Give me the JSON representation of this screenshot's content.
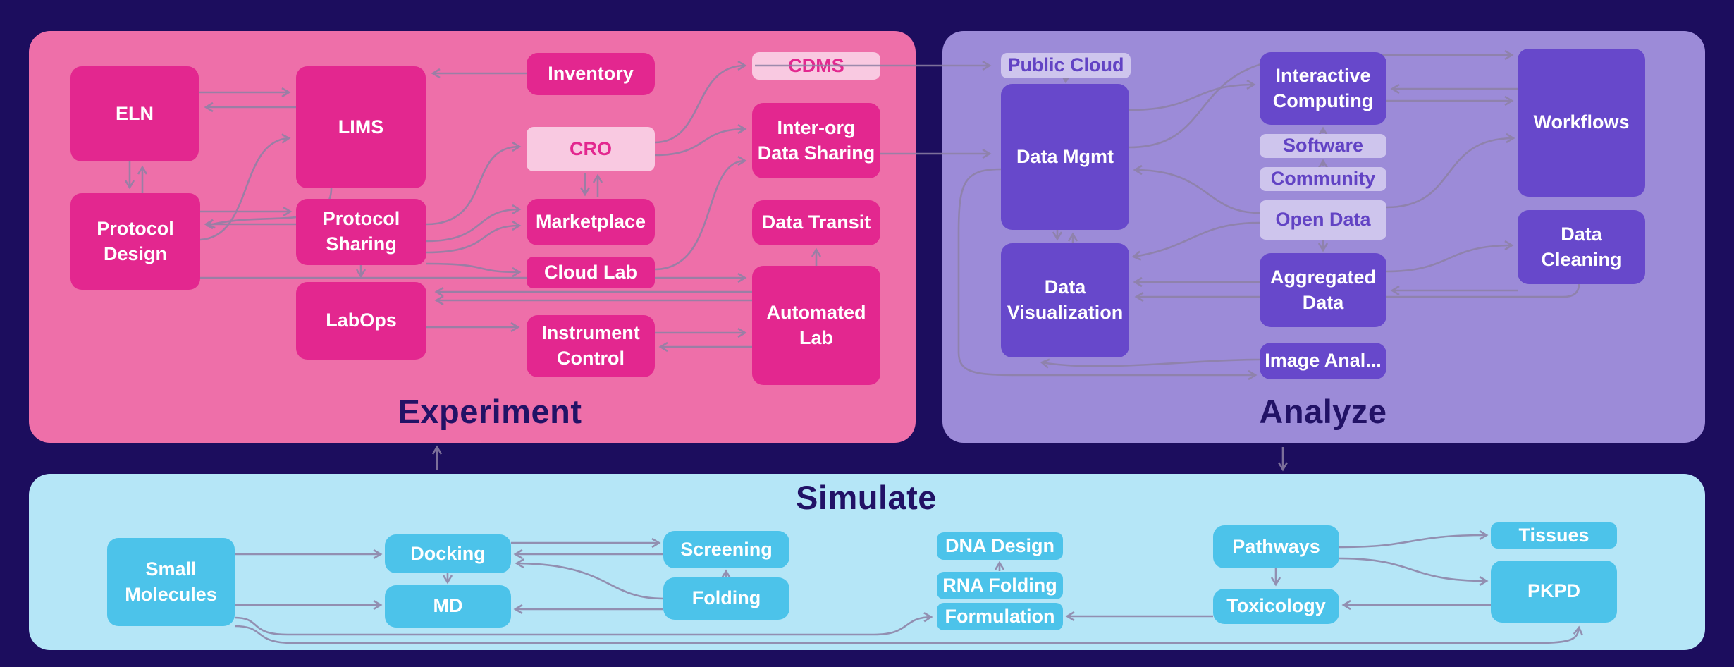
{
  "panels": {
    "experiment": {
      "title": "Experiment",
      "nodes": {
        "eln": "ELN",
        "lims": "LIMS",
        "protocol_design": "Protocol Design",
        "protocol_sharing": "Protocol Sharing",
        "labops": "LabOps",
        "inventory": "Inventory",
        "cro": "CRO",
        "marketplace": "Marketplace",
        "cloud_lab": "Cloud Lab",
        "instrument_control": "Instrument Control",
        "cdms": "CDMS",
        "inter_org": "Inter-org Data Sharing",
        "data_transit": "Data Transit",
        "automated_lab": "Automated Lab"
      }
    },
    "analyze": {
      "title": "Analyze",
      "nodes": {
        "public_cloud": "Public Cloud",
        "data_mgmt": "Data Mgmt",
        "data_visualization": "Data Visualization",
        "interactive_computing": "Interactive Computing",
        "software": "Software",
        "community": "Community",
        "open_data": "Open Data",
        "aggregated_data": "Aggregated Data",
        "image_analysis": "Image Anal...",
        "workflows": "Workflows",
        "data_cleaning": "Data Cleaning"
      }
    },
    "simulate": {
      "title": "Simulate",
      "nodes": {
        "small_molecules": "Small Molecules",
        "docking": "Docking",
        "md": "MD",
        "screening": "Screening",
        "folding": "Folding",
        "dna_design": "DNA Design",
        "rna_folding": "RNA Folding",
        "formulation": "Formulation",
        "pathways": "Pathways",
        "toxicology": "Toxicology",
        "tissues": "Tissues",
        "pkpd": "PKPD"
      }
    }
  },
  "colors": {
    "background": "#1c0d5e",
    "experiment_panel": "#ee6fa9",
    "experiment_node": "#e3278f",
    "experiment_light_node": "#f9c9e1",
    "analyze_panel": "#9c8bd8",
    "analyze_node": "#6748cb",
    "analyze_light_node": "#cec5ed",
    "simulate_panel": "#b5e6f7",
    "simulate_node": "#4cc3ea",
    "title_text": "#221266",
    "arrow": "#8d81a5"
  },
  "connections": [
    "ELN→LIMS",
    "LIMS→ELN",
    "ELN↔Protocol Design",
    "Protocol Design↔LIMS",
    "Protocol Design↔Protocol Sharing",
    "Protocol Sharing→LabOps",
    "Protocol Sharing→CRO",
    "Protocol Sharing→Marketplace",
    "Protocol Sharing→Cloud Lab",
    "Inventory→LIMS",
    "CRO↔Marketplace",
    "CRO→CDMS",
    "CDMS→Public Cloud",
    "CRO→Inter-org Data Sharing",
    "Cloud Lab→Inter-org Data Sharing",
    "Protocol Design→Automated Lab",
    "Automated Lab→LabOps",
    "LabOps→Instrument Control",
    "Instrument Control↔Automated Lab",
    "Automated Lab→Data Transit",
    "Inter-org Data Sharing→Data Mgmt",
    "Public Cloud→Data Mgmt",
    "Data Mgmt↔Data Visualization",
    "Data Mgmt→Interactive Computing",
    "Data Mgmt→Workflows",
    "Open Data→Data Mgmt",
    "Software→Interactive Computing",
    "Community→Software",
    "Open Data→Aggregated Data",
    "Aggregated Data→Data Visualization",
    "Open Data→Data Visualization",
    "Data Mgmt→Image Anal...",
    "Image Anal...→Data Visualization",
    "Interactive Computing↔Workflows",
    "Open Data→Workflows",
    "Aggregated Data↔Data Cleaning",
    "Data Cleaning→Data Visualization",
    "Simulate→Experiment",
    "Analyze→Simulate",
    "Small Molecules→Docking",
    "Small Molecules→MD",
    "Docking→MD",
    "Docking→Screening",
    "Screening→Docking",
    "Folding→Docking",
    "Folding→MD",
    "Folding→Screening",
    "RNA Folding→DNA Design",
    "Small Molecules→Formulation",
    "Small Molecules→PKPD",
    "PKPD→Toxicology",
    "Toxicology→Formulation",
    "Pathways→Tissues",
    "Pathways→PKPD",
    "Pathways→Toxicology"
  ]
}
